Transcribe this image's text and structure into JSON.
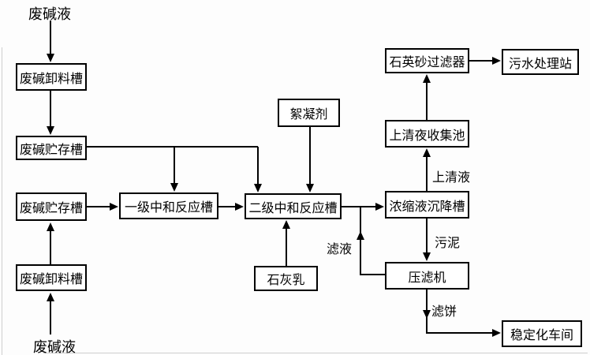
{
  "colors": {
    "line": "#000000",
    "box_fill": "#ffffff",
    "background": "#fdfdfd",
    "text": "#000000"
  },
  "nodes": {
    "feed_top": "废碱液",
    "unload_tank_top": "废碱卸料槽",
    "storage_tank_upper": "废碱贮存槽",
    "storage_tank_lower": "废碱贮存槽",
    "unload_tank_bottom": "废碱卸料槽",
    "feed_bottom": "废碱液",
    "primary_reactor": "一级中和反应槽",
    "secondary_reactor": "二级中和反应槽",
    "flocculant": "絮凝剂",
    "lime_milk": "石灰乳",
    "sand_filter": "石英砂过滤器",
    "sewage_station": "污水处理站",
    "supernatant_pool": "上清夜收集池",
    "settling_tank": "浓缩液沉降槽",
    "filter_press": "压滤机",
    "stabilization_workshop": "稳定化车间"
  },
  "edge_labels": {
    "supernatant": "上清液",
    "sludge": "污泥",
    "filtrate": "滤液",
    "filter_cake": "滤饼"
  }
}
